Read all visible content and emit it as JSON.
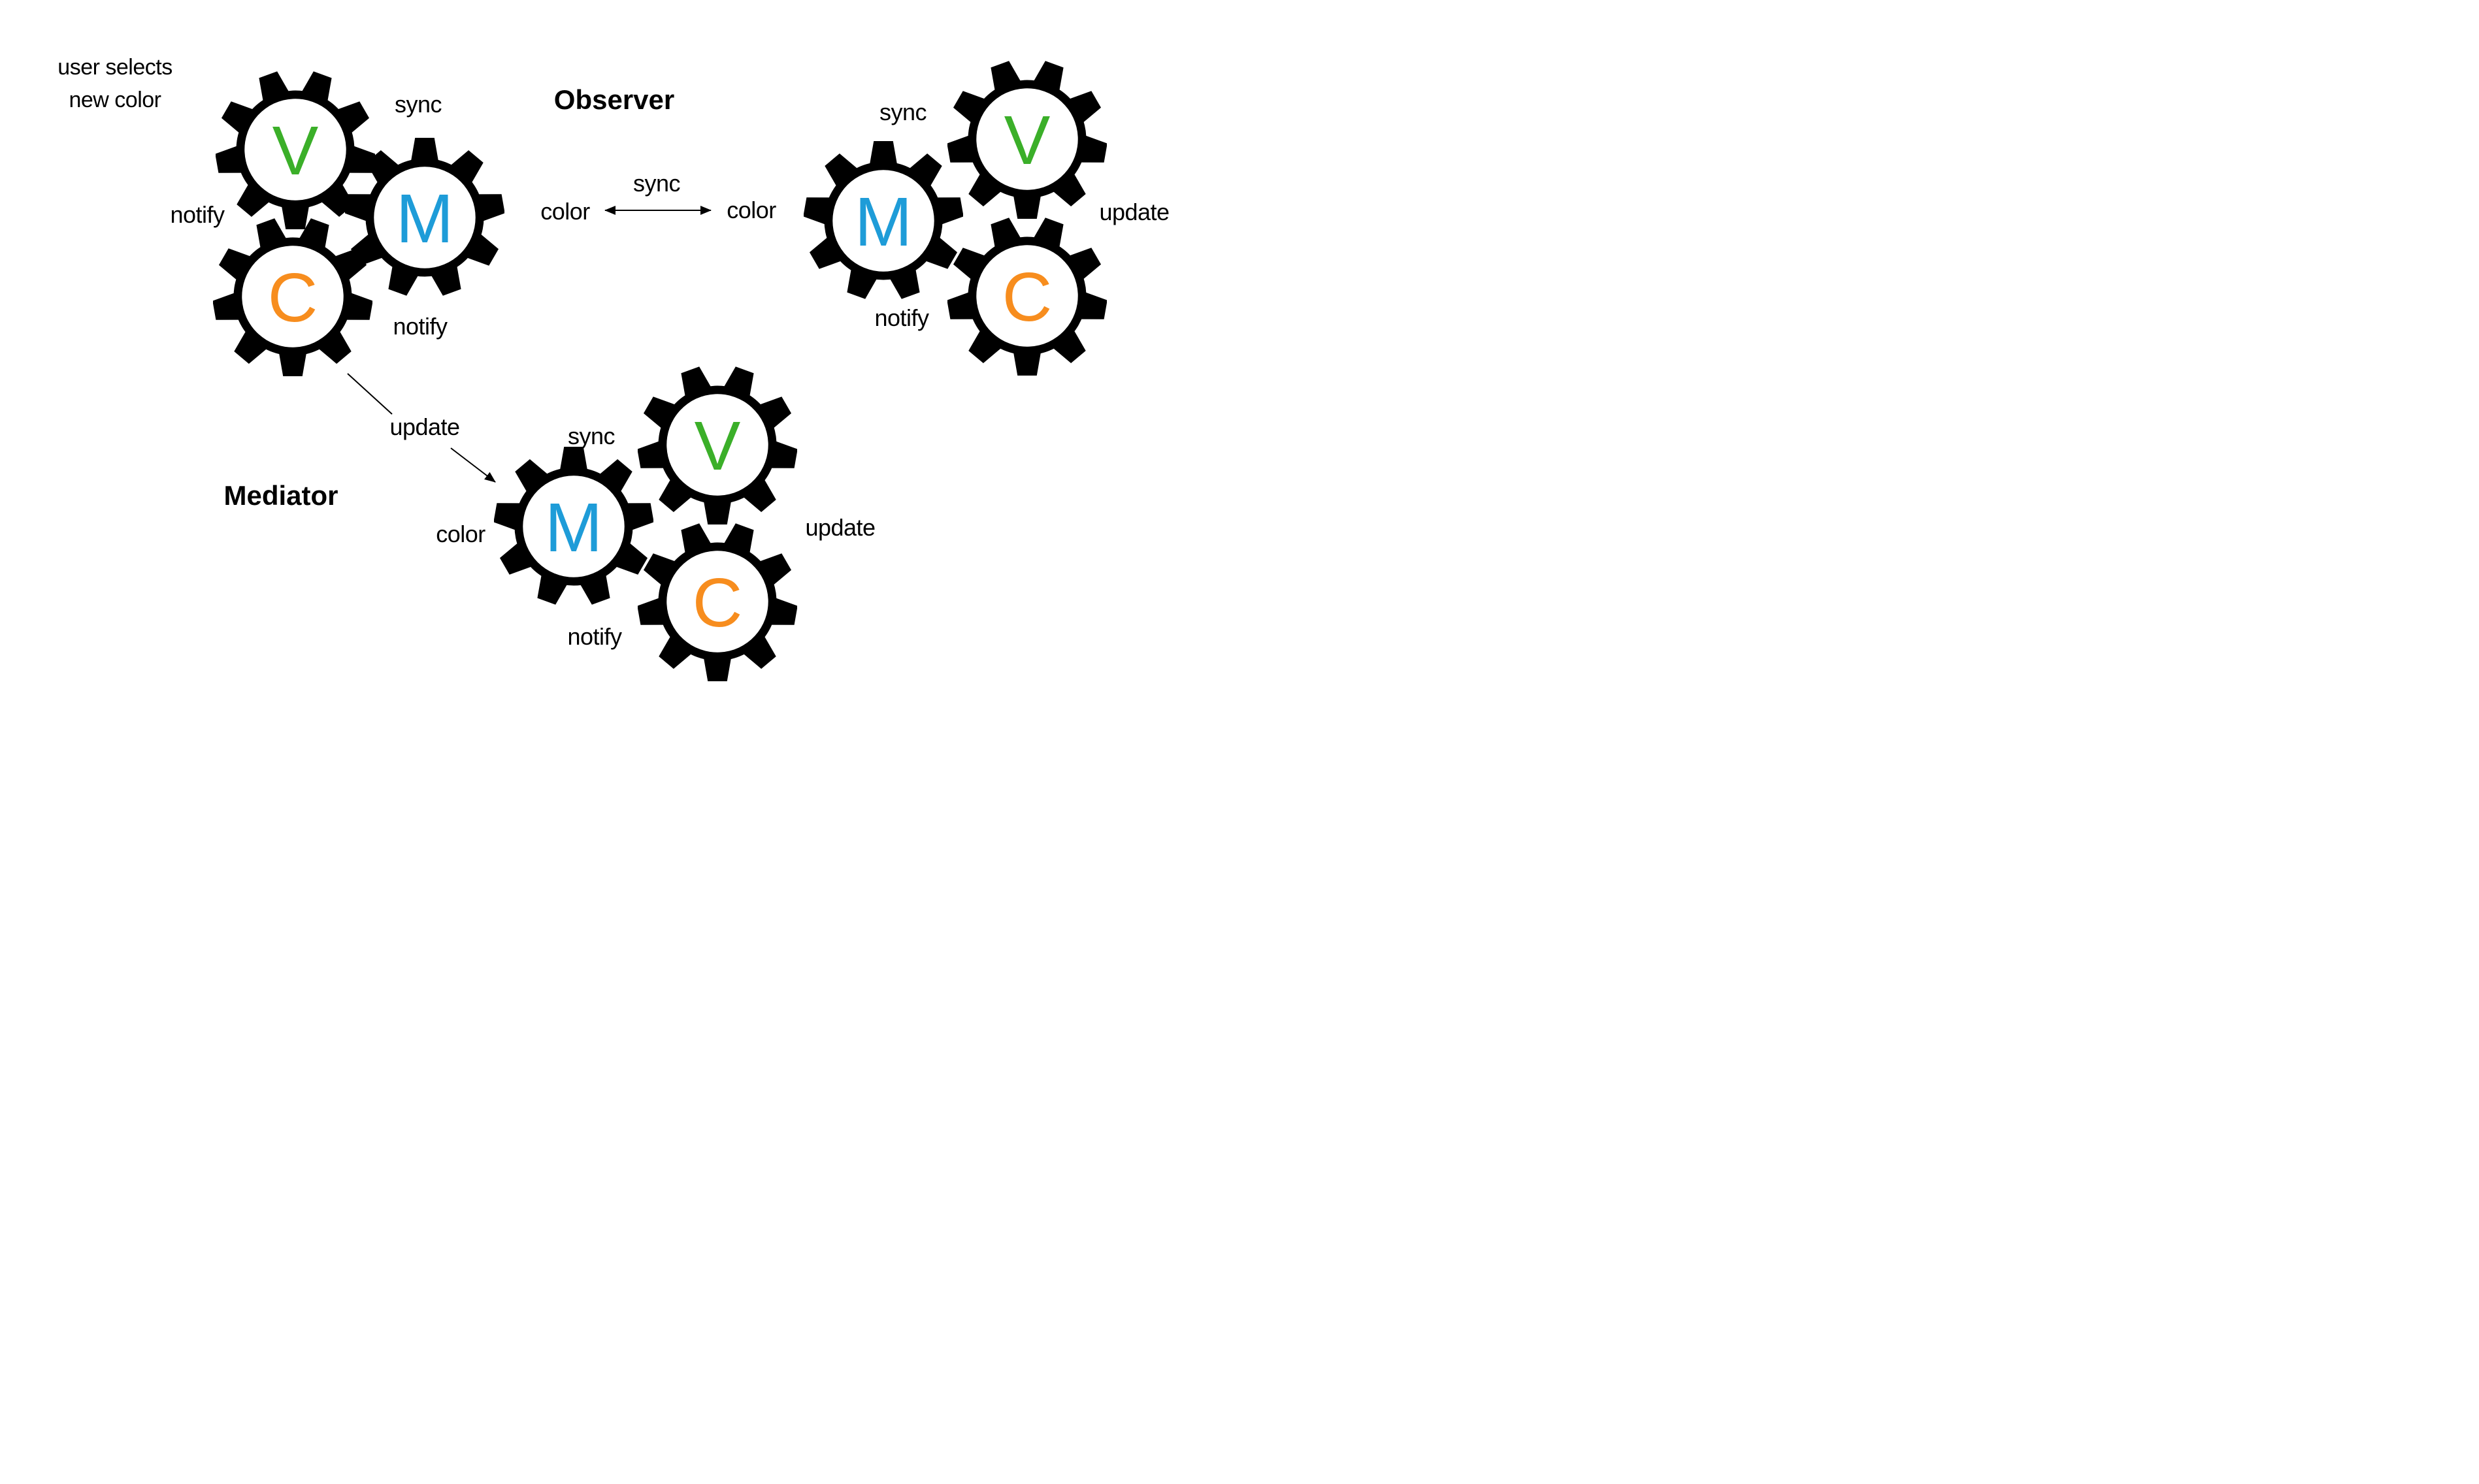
{
  "titles": {
    "observer": "Observer",
    "mediator": "Mediator"
  },
  "colors": {
    "view_letter": "#3BAF29",
    "model_letter": "#1E9CD8",
    "controller_letter": "#F78D1E",
    "gear": "#000000",
    "text": "#000000"
  },
  "annotations": {
    "user_action_line1": "user selects",
    "user_action_line2": "new color"
  },
  "observer_flow": {
    "sync_label": "sync",
    "color_left": "color",
    "color_right": "color"
  },
  "mediator_flow": {
    "update_label": "update"
  },
  "clusters": {
    "left": {
      "gears": {
        "view": "V",
        "model": "M",
        "controller": "C"
      },
      "labels": {
        "sync": "sync",
        "notify_left": "notify",
        "notify_bottom": "notify"
      }
    },
    "right": {
      "gears": {
        "view": "V",
        "model": "M",
        "controller": "C"
      },
      "labels": {
        "sync": "sync",
        "update": "update",
        "notify": "notify"
      }
    },
    "bottom": {
      "gears": {
        "view": "V",
        "model": "M",
        "controller": "C"
      },
      "labels": {
        "sync": "sync",
        "color": "color",
        "update": "update",
        "notify": "notify"
      }
    }
  }
}
